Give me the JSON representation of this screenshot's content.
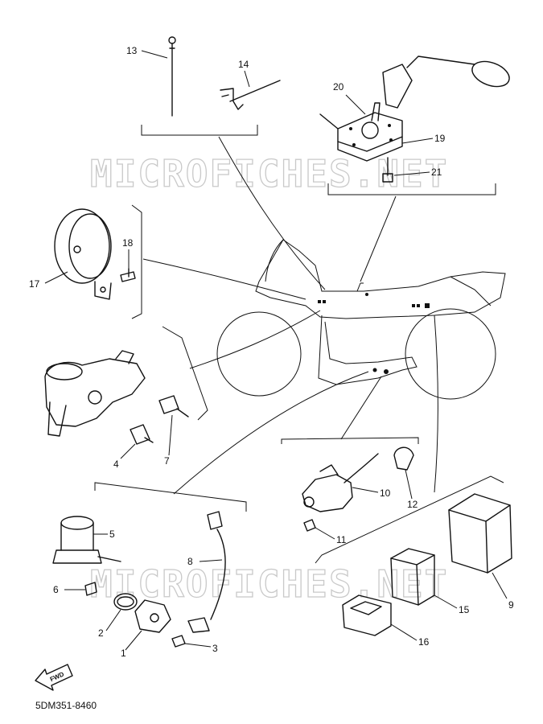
{
  "watermark": "MICROFICHES.NET",
  "diagram_code": "5DM351-8460",
  "fwd_label": "FWD",
  "callouts": {
    "c1": "1",
    "c2": "2",
    "c3": "3",
    "c4": "4",
    "c5": "5",
    "c6": "6",
    "c7": "7",
    "c8": "8",
    "c9": "9",
    "c10": "10",
    "c11": "11",
    "c12": "12",
    "c13": "13",
    "c14": "14",
    "c15": "15",
    "c16": "16",
    "c17": "17",
    "c18": "18",
    "c19": "19",
    "c20": "20",
    "c21": "21"
  }
}
